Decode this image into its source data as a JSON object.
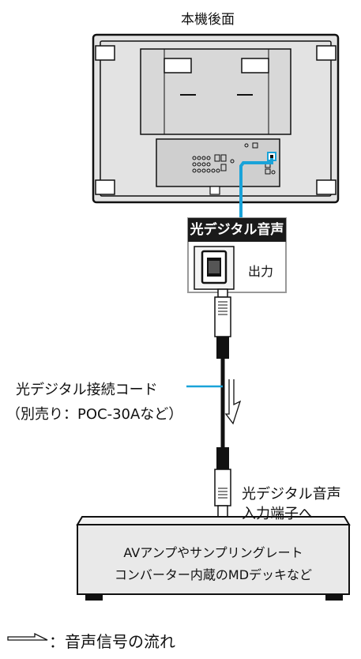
{
  "header": {
    "title": "本機後面"
  },
  "port_box": {
    "header": "光デジタル音声",
    "output_label": "出力"
  },
  "cable": {
    "name": "光デジタル接続コード",
    "note": "（別売り：POC-30Aなど）"
  },
  "input_label": {
    "line1": "光デジタル音声",
    "line2": "入力端子へ"
  },
  "device": {
    "line1": "AVアンプやサンプリングレート",
    "line2": "コンバーター内蔵のMDデッキなど"
  },
  "legend": {
    "text": "：音声信号の流れ"
  },
  "colors": {
    "accent_cyan": "#1aa3d9",
    "device_fill": "#e9e9e9",
    "tv_fill": "#e3e3e3"
  }
}
